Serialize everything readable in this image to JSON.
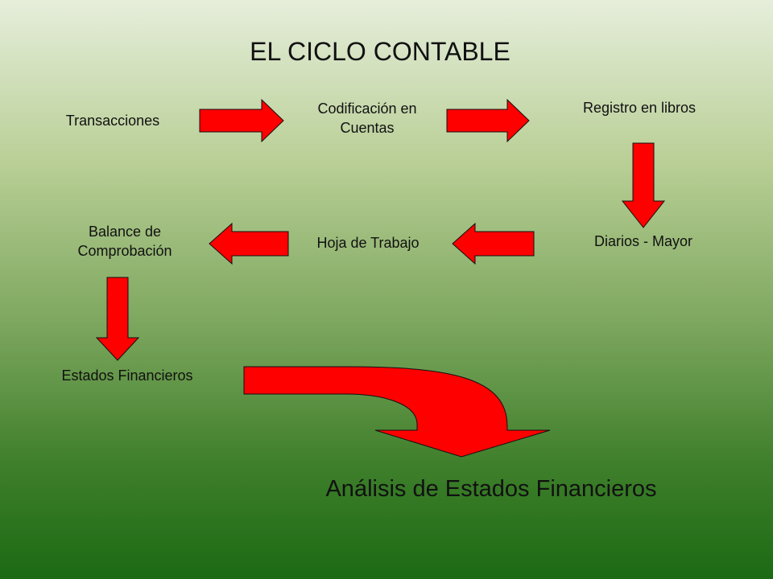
{
  "slide": {
    "title": "EL CICLO CONTABLE",
    "nodes": {
      "transacciones": "Transacciones",
      "codificacion_line1": "Codificación en",
      "codificacion_line2": "Cuentas",
      "registro": "Registro en libros",
      "diarios": "Diarios - Mayor",
      "hoja": "Hoja de Trabajo",
      "balance_line1": "Balance de",
      "balance_line2": "Comprobación",
      "estados": "Estados Financieros"
    },
    "conclusion": "Análisis de Estados Financieros",
    "colors": {
      "arrow": "#ff0000",
      "background_top": "#e6eedb",
      "background_bottom": "#1c6a14"
    }
  }
}
